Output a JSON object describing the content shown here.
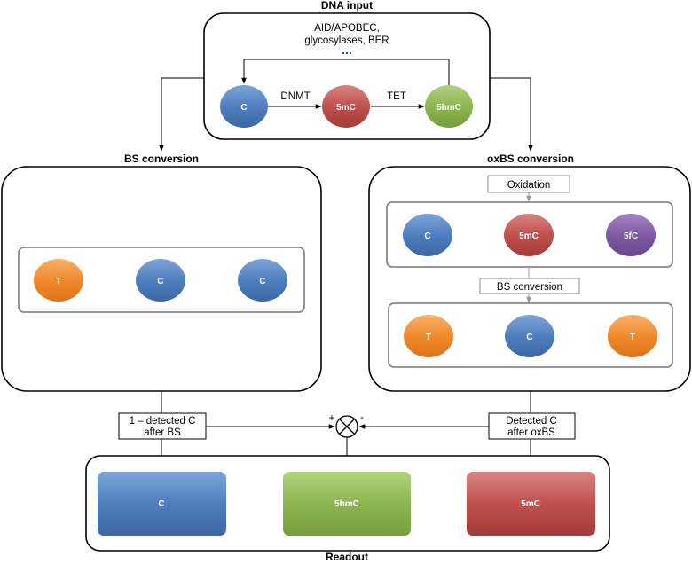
{
  "colors": {
    "blue": "#4f7fbf",
    "red": "#c0504d",
    "green": "#8db550",
    "orange": "#f08a2c",
    "purple": "#7f5aa3"
  },
  "dna_input": {
    "title": "DNA input",
    "enzyme_top_line1": "AID/APOBEC,",
    "enzyme_top_line2": "glycosylases, BER",
    "ellipsis": "...",
    "enzyme_dnmt": "DNMT",
    "enzyme_tet": "TET",
    "nodes": [
      "C",
      "5mC",
      "5hmC"
    ]
  },
  "bs_panel": {
    "title": "BS conversion",
    "nodes": [
      "T",
      "C",
      "C"
    ]
  },
  "oxbs_panel": {
    "title": "oxBS conversion",
    "step_oxidation": "Oxidation",
    "oxidized_nodes": [
      "C",
      "5mC",
      "5fC"
    ],
    "step_bs": "BS conversion",
    "converted_nodes": [
      "T",
      "C",
      "T"
    ]
  },
  "combine": {
    "left_label_line1": "1 – detected C",
    "left_label_line2": "after BS",
    "right_label_line1": "Detected C",
    "right_label_line2": "after oxBS",
    "plus": "+",
    "minus": "-"
  },
  "readout": {
    "title": "Readout",
    "nodes": [
      "C",
      "5hmC",
      "5mC"
    ]
  }
}
